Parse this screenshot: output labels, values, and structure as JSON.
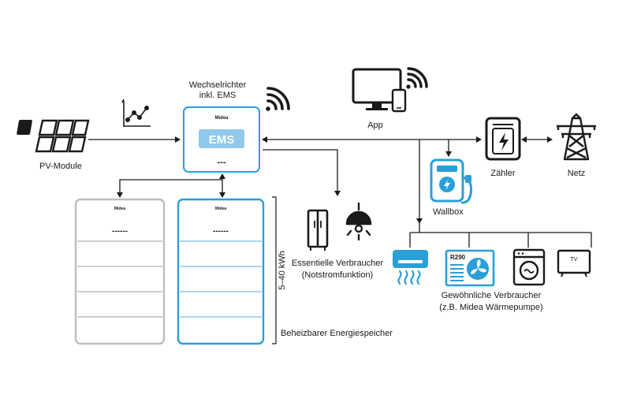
{
  "labels": {
    "inverter_title_1": "Wechselrichter",
    "inverter_title_2": "inkl. EMS",
    "ems_text": "EMS",
    "inverter_dots": "---",
    "brand_1": "Midea",
    "pv": "PV-Module",
    "app": "App",
    "meter": "Zähler",
    "grid": "Netz",
    "wallbox": "Wallbox",
    "essential_1": "Essentielle Verbraucher",
    "essential_2": "(Notstromfunktion)",
    "regular_1": "Gewöhnliche Verbraucher",
    "regular_2": "(z.B. Midea Wärmepumpe)",
    "heatpump_tag": "R290",
    "tv_tag": "TV",
    "capacity": "5–40 kWh",
    "storage": "Beheizbarer Energiespeicher",
    "battery_dots_left": "------",
    "battery_dots_right": "------"
  },
  "colors": {
    "accent": "#2a9fd8",
    "line": "#1a1a1a",
    "battery_grey": "#bdbdbd"
  },
  "icons": [
    "solar-panel-icon",
    "chart-trend-icon",
    "wifi-icon",
    "monitor-icon",
    "phone-icon",
    "meter-icon",
    "pylon-icon",
    "wallbox-icon",
    "fridge-icon",
    "lamp-icon",
    "ac-unit-icon",
    "heat-pump-icon",
    "washing-machine-icon",
    "tv-icon"
  ]
}
